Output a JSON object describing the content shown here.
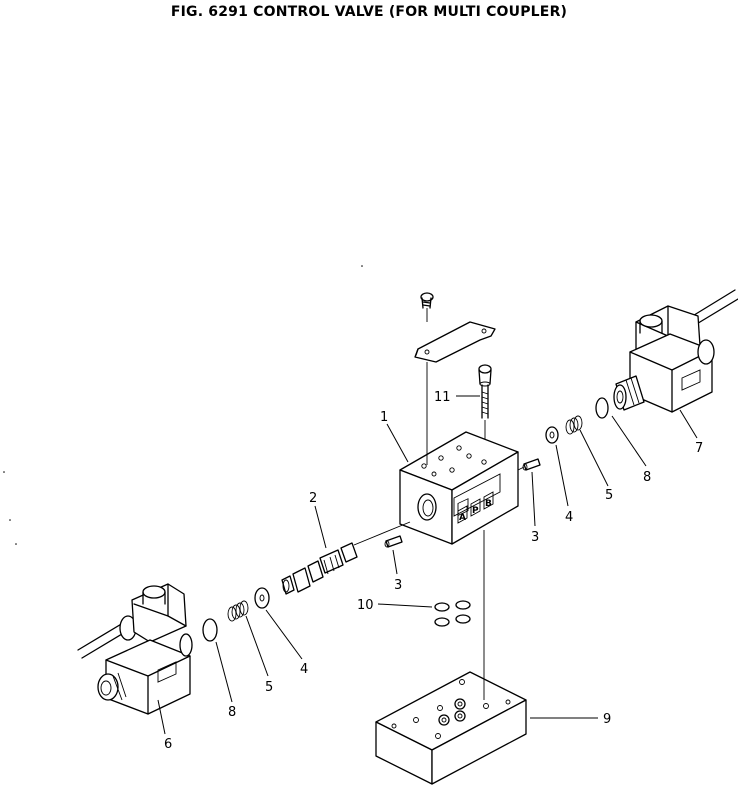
{
  "figure": {
    "title": "FIG. 6291  CONTROL VALVE (FOR MULTI COUPLER)"
  },
  "callouts": {
    "c1": "1",
    "c2": "2",
    "c3a": "3",
    "c3b": "3",
    "c4a": "4",
    "c4b": "4",
    "c5a": "5",
    "c5b": "5",
    "c6": "6",
    "c7": "7",
    "c8a": "8",
    "c8b": "8",
    "c9": "9",
    "c10": "10",
    "c11": "11"
  },
  "ports": {
    "a": "A",
    "p": "P",
    "b": "B"
  }
}
